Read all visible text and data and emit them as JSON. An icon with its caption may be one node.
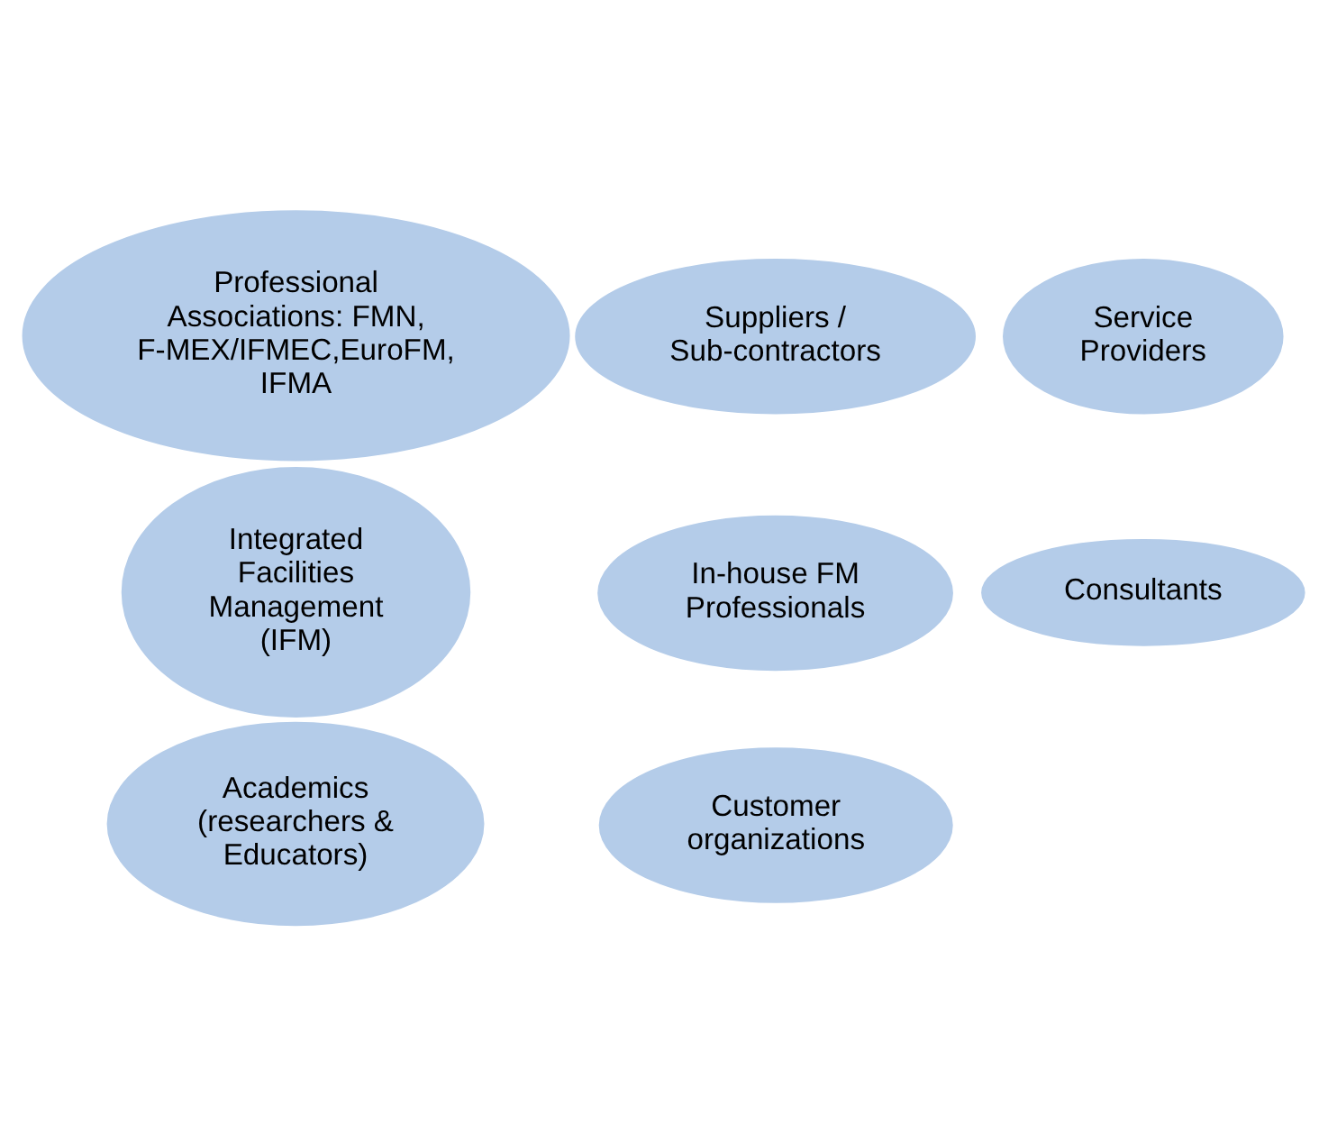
{
  "diagram": {
    "nodes": [
      {
        "text": [
          "Professional Associations: FMN, F-MEX/IFMEC,EuroFM, IFMA"
        ]
      },
      {
        "text": [
          "Service Providers"
        ]
      },
      {
        "text": [
          "Customer organizations"
        ]
      },
      {
        "text": [
          "Integrated Facilities Management (IFM)"
        ]
      },
      {
        "text": [
          "Suppliers / Sub-contractors"
        ]
      },
      {
        "text": [
          "In-house FM Professionals"
        ]
      },
      {
        "text": [
          "Consultants"
        ]
      },
      {
        "text": [
          "Academics (researchers & Educators)"
        ]
      }
    ]
  }
}
